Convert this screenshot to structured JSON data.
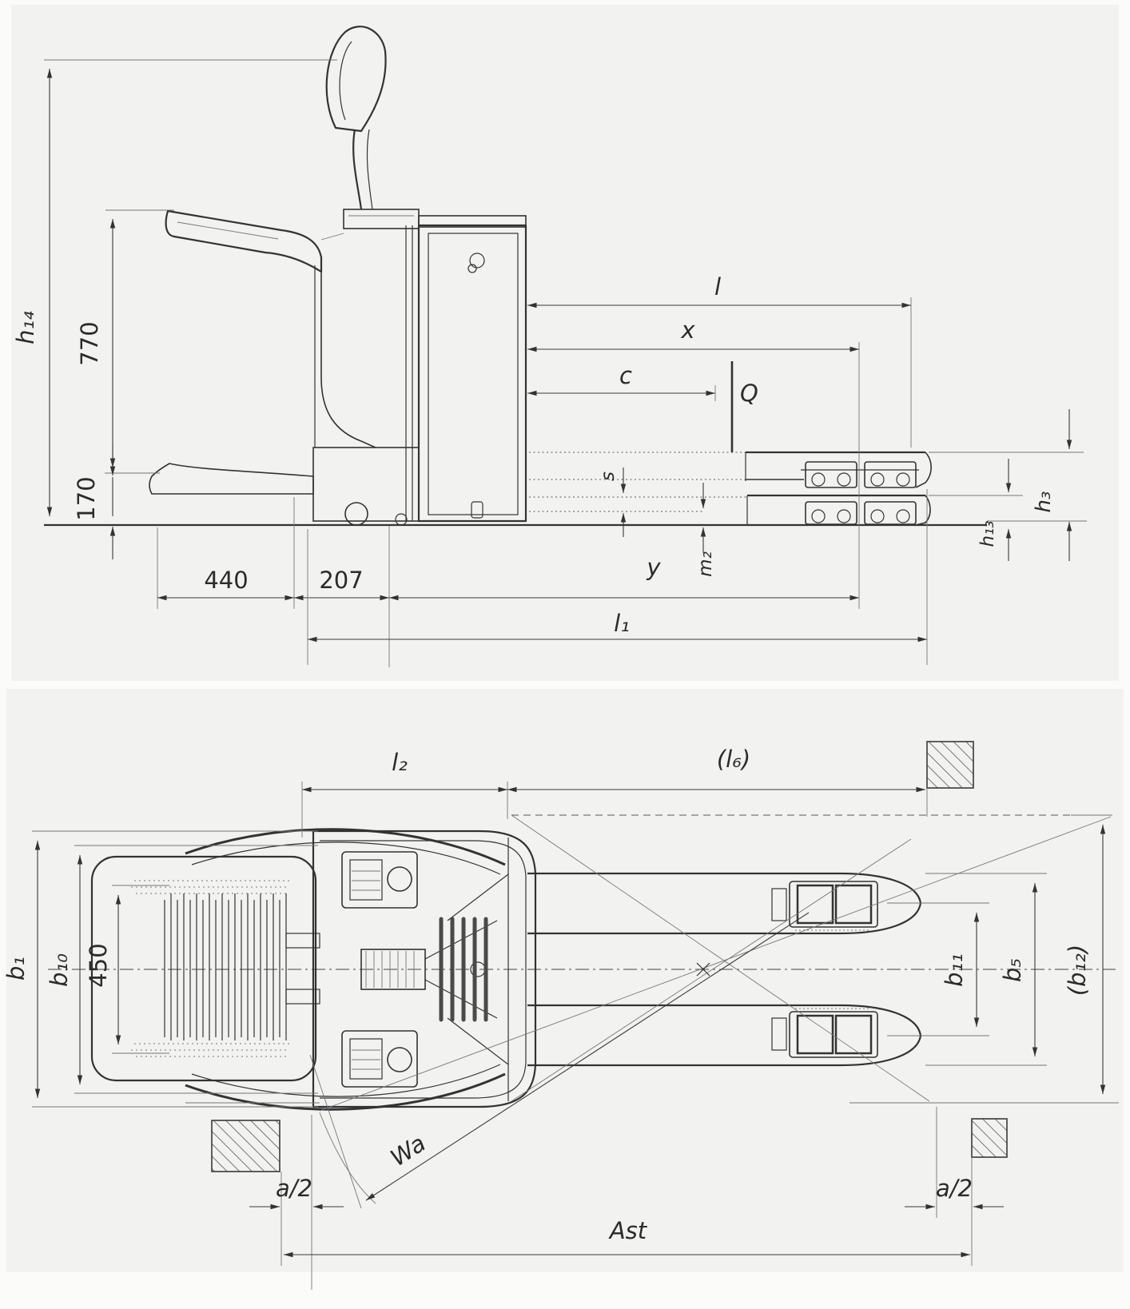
{
  "colors": {
    "page_bg": "#fbfbfa",
    "panel_bg": "#f2f2f0",
    "ink": "#333333",
    "ink_light": "#777777"
  },
  "figure": {
    "kind": "technical dimension drawing",
    "subject": "low-lift order picker pallet truck, side view and plan view"
  },
  "side_view": {
    "labels": {
      "h14": "h₁₄",
      "d770": "770",
      "d170": "170",
      "d440": "440",
      "d207": "207",
      "l": "l",
      "x": "x",
      "c": "c",
      "q": "Q",
      "s": "s",
      "m2": "m₂",
      "y": "y",
      "l1": "l₁",
      "h3": "h₃",
      "h13": "h₁₃"
    }
  },
  "top_view": {
    "labels": {
      "l2": "l₂",
      "l6": "(l₆)",
      "b1": "b₁",
      "b10": "b₁₀",
      "d450": "450",
      "b11": "b₁₁",
      "b5": "b₅",
      "b12": "(b₁₂)",
      "wa": "Wa",
      "a2_left": "a/2",
      "a2_right": "a/2",
      "ast": "Ast"
    }
  }
}
